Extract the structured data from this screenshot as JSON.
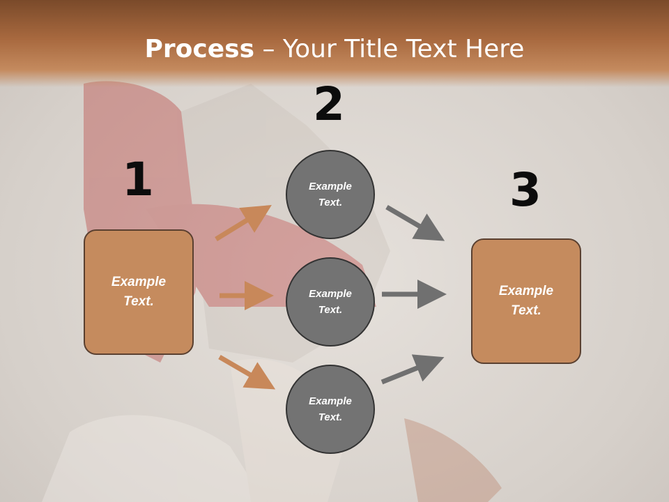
{
  "title": {
    "bold": "Process",
    "rest": " – Your Title Text Here"
  },
  "steps": {
    "one": "1",
    "two": "2",
    "three": "3"
  },
  "left_box": {
    "line1": "Example",
    "line2": "Text."
  },
  "right_box": {
    "line1": "Example",
    "line2": "Text."
  },
  "circles": [
    {
      "line1": "Example",
      "line2": "Text."
    },
    {
      "line1": "Example",
      "line2": "Text."
    },
    {
      "line1": "Example",
      "line2": "Text."
    }
  ],
  "colors": {
    "orange": "#c58b5e",
    "gray": "#737373",
    "arrow_orange": "#c8885a",
    "arrow_gray": "#707070"
  }
}
